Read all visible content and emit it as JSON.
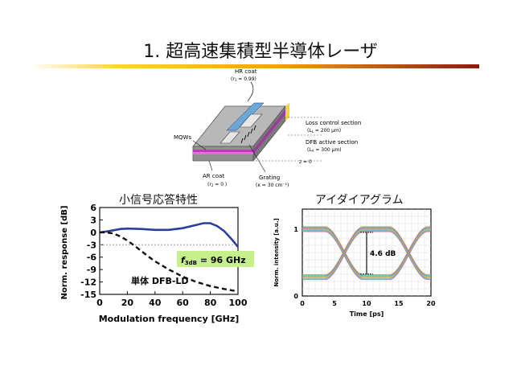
{
  "slide": {
    "title": "1. 超高速集積型半導体レーザ"
  },
  "device_diagram": {
    "labels": {
      "hr_coat": "HR coat",
      "hr_coat_param": "(r",
      "hr_sub": "1",
      "hr_val": " = 0.99)",
      "loss_section": "Loss control section",
      "loss_param": "(L",
      "loss_sub": "L",
      "loss_val": " = 200 μm)",
      "dfb_section": "DFB active section",
      "dfb_param": "(L",
      "dfb_sub": "A",
      "dfb_val": " = 300 μm)",
      "mqws": "MQWs",
      "z0": "z = 0",
      "ar_coat": "AR coat",
      "ar_param": "(r",
      "ar_sub": "2",
      "ar_val": " = 0 )",
      "grating": "Grating",
      "grating_param": "(κ = 30 cm⁻¹)"
    }
  },
  "left_chart_title": "小信号応答特性",
  "right_chart_title": "アイダイアグラム",
  "chart_data": [
    {
      "type": "line",
      "xlabel": "Modulation frequency [GHz]",
      "ylabel": "Norm. response [dB]",
      "xlim": [
        0,
        100
      ],
      "ylim": [
        -15,
        6
      ],
      "xticks": [
        0,
        20,
        40,
        60,
        80,
        100
      ],
      "yticks": [
        6,
        3,
        0,
        -3,
        -6,
        -9,
        -12,
        -15
      ],
      "reference_line_y": -3,
      "series": [
        {
          "name": "",
          "color": "#2a3f9e",
          "style": "solid",
          "x": [
            0,
            5,
            10,
            15,
            20,
            30,
            40,
            50,
            60,
            70,
            75,
            80,
            85,
            90,
            95,
            100
          ],
          "y": [
            0,
            0.2,
            0.5,
            0.8,
            0.9,
            0.8,
            0.6,
            0.6,
            1.0,
            1.8,
            2.2,
            2.2,
            1.5,
            0.3,
            -1.5,
            -3.5
          ]
        },
        {
          "name": "単体 DFB-LD",
          "color": "#111111",
          "style": "dashed",
          "x": [
            0,
            5,
            10,
            15,
            20,
            25,
            30,
            35,
            40,
            50,
            60,
            70,
            80,
            90,
            100
          ],
          "y": [
            0,
            0,
            -0.3,
            -1.0,
            -2.0,
            -3.2,
            -4.5,
            -5.8,
            -7.0,
            -9.0,
            -10.7,
            -12.0,
            -13.0,
            -13.7,
            -14.3
          ]
        }
      ],
      "annotation": {
        "text_main": "f",
        "text_sub": "3dB",
        "text_tail": " = 96 GHz",
        "box_color": "#c8f08a"
      },
      "series_label": "単体 DFB-LD"
    },
    {
      "type": "eye_diagram",
      "xlabel": "Time [ps]",
      "ylabel": "Norm. intensity [a.u.]",
      "xlim": [
        0,
        20
      ],
      "ylim": [
        0,
        1.3
      ],
      "xticks": [
        0,
        5,
        10,
        15,
        20
      ],
      "yticks": [
        0,
        1
      ],
      "annotation": "4.6 dB",
      "levels": {
        "high": 1.0,
        "low": 0.28
      },
      "crossings_ps": [
        6.5,
        16.5
      ]
    }
  ]
}
